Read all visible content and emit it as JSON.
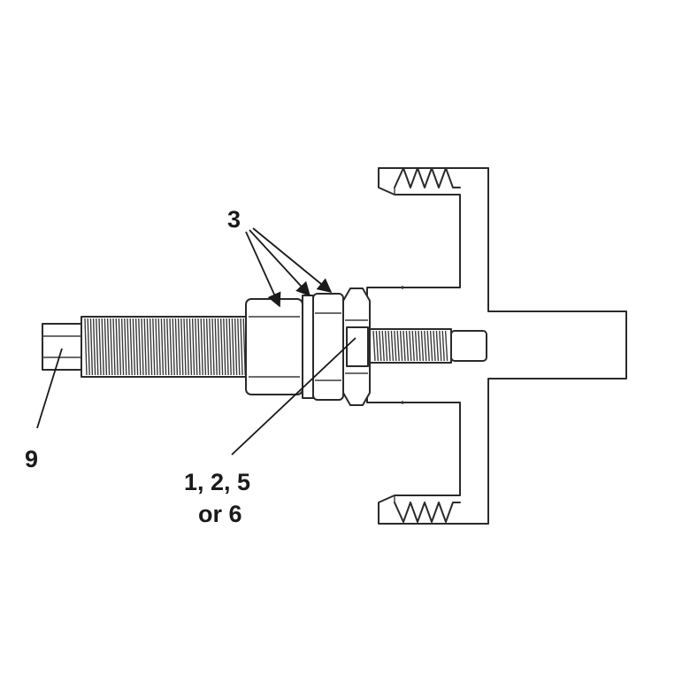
{
  "labels": {
    "part_3": "3",
    "part_9": "9",
    "parts_1_2_5_line1": "1, 2, 5",
    "parts_1_2_5_line2": "or 6"
  }
}
